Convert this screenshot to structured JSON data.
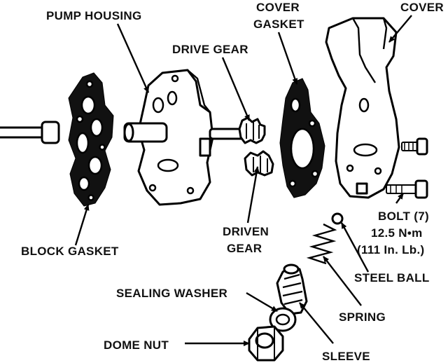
{
  "labels": {
    "pump_housing": "PUMP HOUSING",
    "cover_gasket_1": "COVER",
    "cover_gasket_2": "GASKET",
    "cover": "COVER",
    "drive_gear": "DRIVE GEAR",
    "driven_gear_1": "DRIVEN",
    "driven_gear_2": "GEAR",
    "block_gasket": "BLOCK GASKET",
    "bolt_1": "BOLT (7)",
    "bolt_2": "12.5 N•m",
    "bolt_3": "(111 In. Lb.)",
    "steel_ball": "STEEL BALL",
    "spring": "SPRING",
    "sealing_washer": "SEALING WASHER",
    "sleeve": "SLEEVE",
    "dome_nut": "DOME NUT"
  }
}
